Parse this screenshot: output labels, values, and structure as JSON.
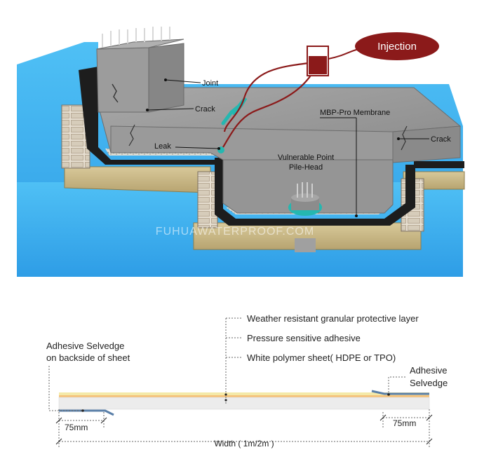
{
  "top_diagram": {
    "labels": {
      "joint": "Joint",
      "crack_upper": "Crack",
      "leak": "Leak",
      "injection": "Injection",
      "membrane": "MBP-Pro Membrane",
      "crack_right": "Crack",
      "vulnerable_line1": "Vulnerable Point",
      "vulnerable_line2": "Pile-Head"
    },
    "watermark": "FUHUAWATERPROOF.COM",
    "colors": {
      "water": "#33aef0",
      "concrete": "#8f8f8f",
      "membrane": "#202020",
      "injection_bubble": "#8b1a1a",
      "soil": "#c9b98a"
    }
  },
  "bottom_diagram": {
    "layer_labels": {
      "weather": "Weather  resistant granular protective layer",
      "adhesive": "Pressure sensitive adhesive",
      "sheet": "White polymer sheet( HDPE or TPO)"
    },
    "left_selvedge": {
      "line1": "Adhesive Selvedge",
      "line2": "on backside of sheet"
    },
    "right_selvedge": {
      "line1": "Adhesive",
      "line2": "Selvedge"
    },
    "dim_left": "75mm",
    "dim_right": "75mm",
    "width_label": "Width ( 1m/2m )",
    "colors": {
      "granular": "#f4e9a8",
      "adhesive": "#f6c27a",
      "sheet": "#ececec",
      "selvedge": "#5a7fa8"
    }
  }
}
